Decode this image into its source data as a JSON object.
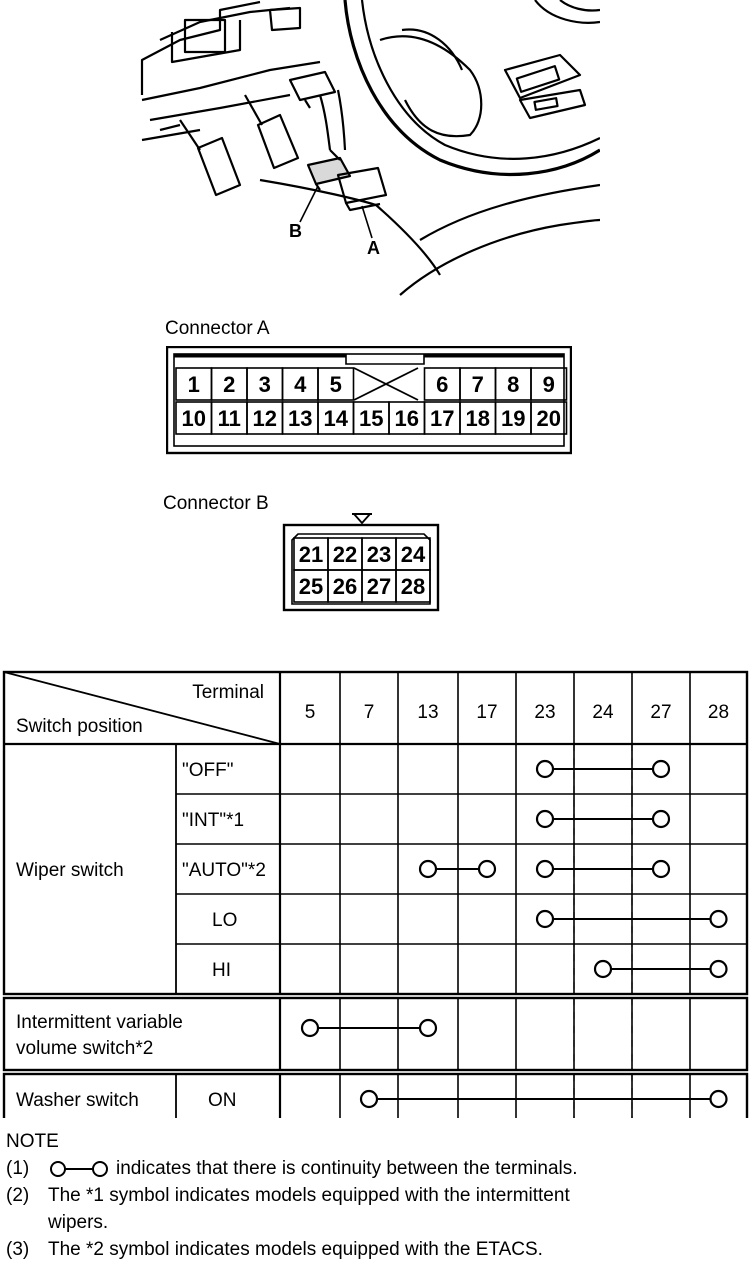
{
  "callouts": {
    "b": "B",
    "a": "A"
  },
  "connector_a": {
    "title": "Connector A",
    "top_row": [
      "1",
      "2",
      "3",
      "4",
      "5",
      "",
      "6",
      "7",
      "8",
      "9"
    ],
    "bottom_row": [
      "10",
      "11",
      "12",
      "13",
      "14",
      "15",
      "16",
      "17",
      "18",
      "19",
      "20"
    ]
  },
  "connector_b": {
    "title": "Connector B",
    "top_row": [
      "21",
      "22",
      "23",
      "24"
    ],
    "bottom_row": [
      "25",
      "26",
      "27",
      "28"
    ]
  },
  "table": {
    "header_terminal": "Terminal",
    "header_switch_position": "Switch position",
    "terminals": [
      "5",
      "7",
      "13",
      "17",
      "23",
      "24",
      "27",
      "28"
    ],
    "groups": [
      {
        "name": "Wiper switch",
        "rows": [
          {
            "position": "\"OFF\"",
            "connections": [
              [
                "23",
                "27"
              ]
            ]
          },
          {
            "position": "\"INT\"*1",
            "connections": [
              [
                "23",
                "27"
              ]
            ]
          },
          {
            "position": "\"AUTO\"*2",
            "connections": [
              [
                "13",
                "17"
              ],
              [
                "23",
                "27"
              ]
            ]
          },
          {
            "position": "LO",
            "connections": [
              [
                "23",
                "28"
              ]
            ]
          },
          {
            "position": "HI",
            "connections": [
              [
                "24",
                "28"
              ]
            ]
          }
        ]
      },
      {
        "name": "Intermittent variable volume switch*2",
        "rows": [
          {
            "position": "",
            "connections": [
              [
                "5",
                "13"
              ]
            ]
          }
        ]
      },
      {
        "name": "Washer switch",
        "rows": [
          {
            "position": "ON",
            "connections": [
              [
                "7",
                "28"
              ]
            ]
          }
        ]
      }
    ]
  },
  "notes": {
    "heading": "NOTE",
    "items": [
      {
        "num": "(1)",
        "text": "indicates that there is continuity between the terminals."
      },
      {
        "num": "(2)",
        "text": "The *1 symbol indicates models equipped with the intermittent",
        "continuation": "wipers."
      },
      {
        "num": "(3)",
        "text": "The *2 symbol indicates models equipped with the ETACS."
      }
    ]
  }
}
